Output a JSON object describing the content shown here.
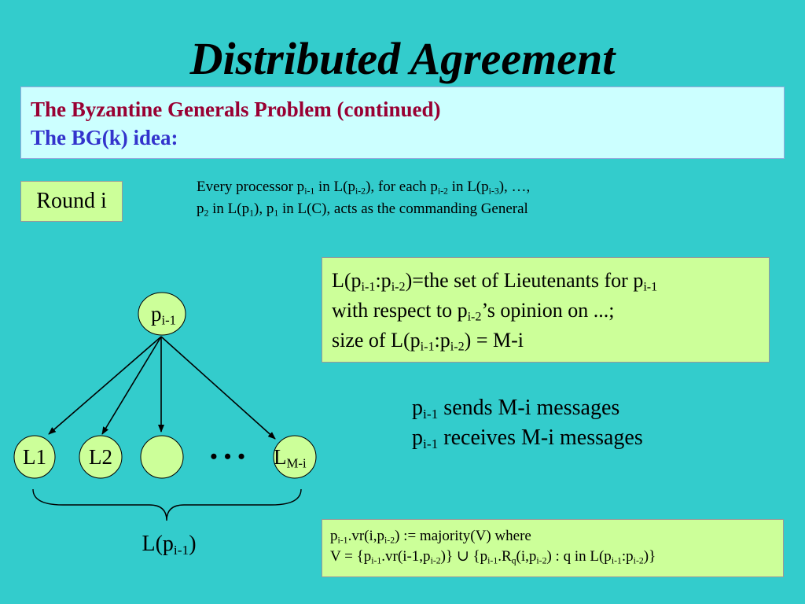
{
  "title": "Distributed Agreement",
  "header": {
    "line1": "The Byzantine Generals Problem (continued)",
    "line2": "The BG(k) idea:"
  },
  "round": {
    "label": "Round i"
  },
  "description": {
    "l1_a": "Every processor p",
    "l1_b": "i-1",
    "l1_c": " in L(p",
    "l1_d": "i-2",
    "l1_e": "), for each p",
    "l1_f": "i-2",
    "l1_g": " in L(p",
    "l1_h": "i-3",
    "l1_i": "), …,",
    "l2_a": "p",
    "l2_b": "2",
    "l2_c": " in  L(p",
    "l2_d": "1",
    "l2_e": "),  p",
    "l2_f": "1",
    "l2_g": " in L(C),  acts as the commanding General"
  },
  "lieutenant_box": {
    "l1_a": "L(p",
    "l1_b": "i-1",
    "l1_c": ":p",
    "l1_d": "i-2",
    "l1_e": ")=the set of Lieutenants for p",
    "l1_f": "i-1",
    "l2_a": "with respect to p",
    "l2_b": "i-2",
    "l2_c": "’s opinion on ...;",
    "l3_a": "size of L(p",
    "l3_b": "i-1",
    "l3_c": ":p",
    "l3_d": "i-2",
    "l3_e": ") = M-i"
  },
  "messages": {
    "l1_a": "p",
    "l1_b": "i-1",
    "l1_c": " sends M-i messages",
    "l2_a": "p",
    "l2_b": "i-1",
    "l2_c": " receives M-i messages"
  },
  "vote_box": {
    "l1_a": "p",
    "l1_b": "i-1",
    "l1_c": ".vr(i,p",
    "l1_d": "i-2",
    "l1_e": ") := majority(V) where",
    "l2_a": "V = {p",
    "l2_b": "i-1",
    "l2_c": ".vr(i-1,p",
    "l2_d": "i-2",
    "l2_e": ")} ∪ {p",
    "l2_f": "i-1",
    "l2_g": ".R",
    "l2_h": "q",
    "l2_i": "(i,p",
    "l2_j": "i-2",
    "l2_k": ") : q in L(p",
    "l2_l": "i-1",
    "l2_m": ":p",
    "l2_n": "i-2",
    "l2_o": ")}"
  },
  "diagram": {
    "root": {
      "base": "p",
      "sub": "i-1"
    },
    "nodes": [
      "L1",
      "L2",
      ""
    ],
    "last": {
      "base": "L",
      "sub": "M-i"
    },
    "ellipsis": "• • •",
    "group": {
      "a": "L(p",
      "sub": "i-1",
      "c": ")"
    }
  },
  "colors": {
    "background": "#33cccc",
    "header_fill": "#ccffff",
    "box_fill": "#ccff99",
    "node_fill": "#ccff99",
    "header_line1": "#990033",
    "header_line2": "#3333cc"
  }
}
